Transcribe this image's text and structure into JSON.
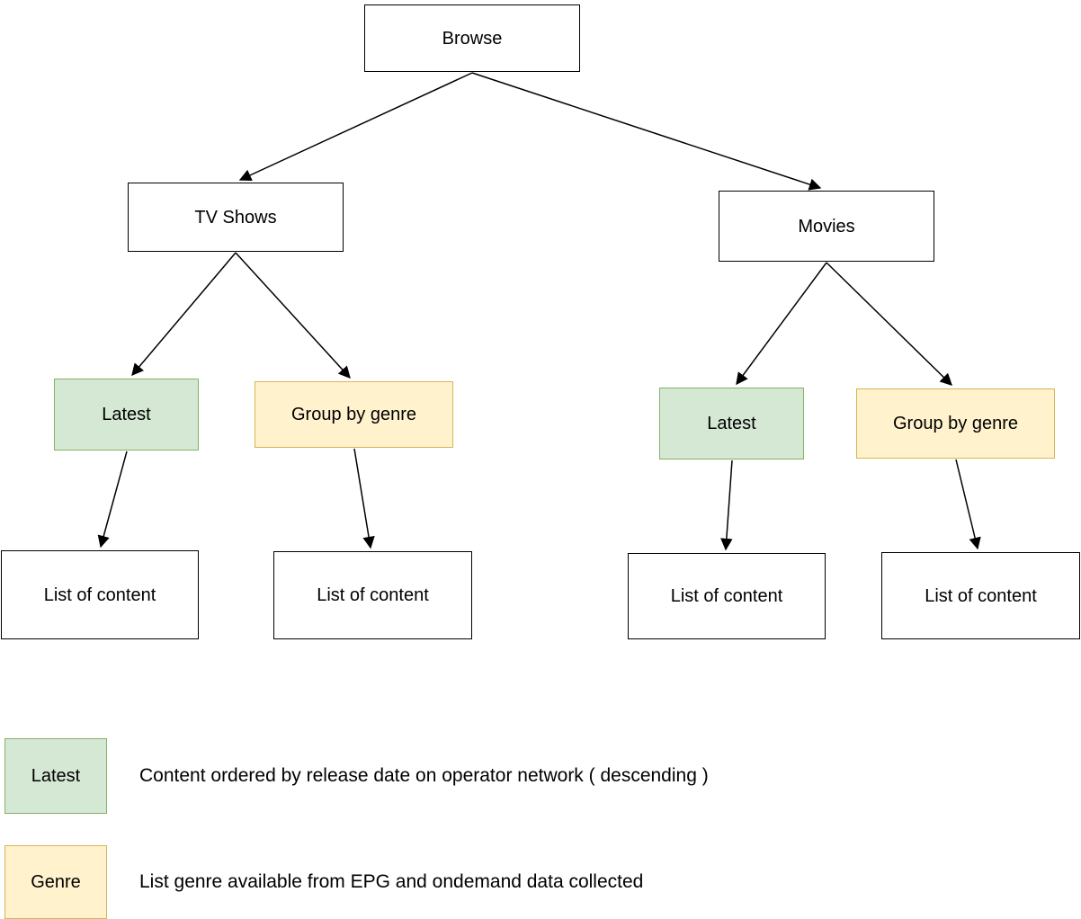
{
  "colors": {
    "green_fill": "#d5e8d4",
    "green_border": "#82b366",
    "yellow_fill": "#fff2cc",
    "yellow_border": "#d6b656"
  },
  "nodes": {
    "browse": {
      "label": "Browse"
    },
    "tv_shows": {
      "label": "TV Shows"
    },
    "movies": {
      "label": "Movies"
    },
    "tv_latest": {
      "label": "Latest"
    },
    "tv_group_by_genre": {
      "label": "Group by genre"
    },
    "movies_latest": {
      "label": "Latest"
    },
    "movies_group_by_genre": {
      "label": "Group by genre"
    },
    "tv_latest_list": {
      "label": "List of content"
    },
    "tv_genre_list": {
      "label": "List of content"
    },
    "movies_latest_list": {
      "label": "List of content"
    },
    "movies_genre_list": {
      "label": "List of content"
    }
  },
  "legend": {
    "latest": {
      "label": "Latest",
      "description": "Content ordered by release date on operator network ( descending )"
    },
    "genre": {
      "label": "Genre",
      "description": "List genre available from EPG and ondemand data collected"
    }
  }
}
